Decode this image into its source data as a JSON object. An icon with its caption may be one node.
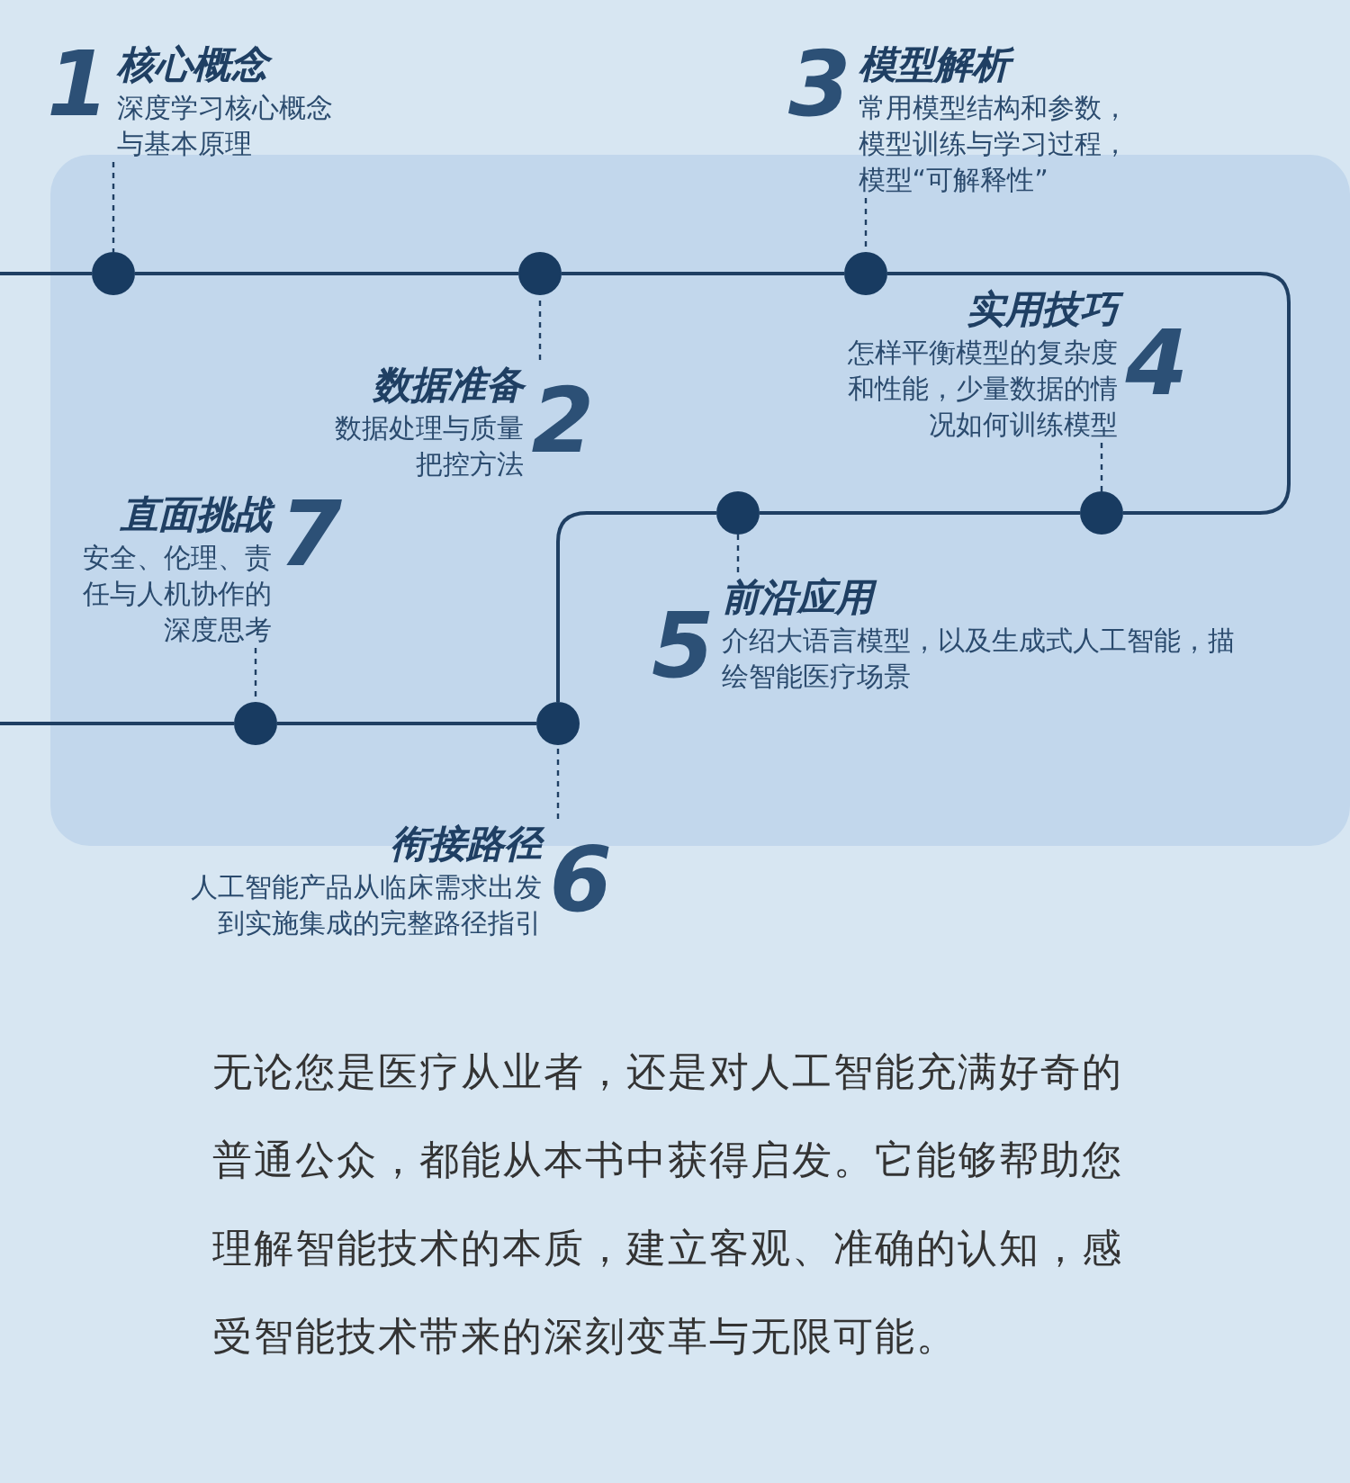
{
  "diagram": {
    "nodes": [
      {
        "text": [
          "核心概念",
          "深度学习核心概念与基本原理"
        ],
        "beside": [
          "1"
        ]
      },
      {
        "text": [
          "数据准备",
          "数据处理与质量把控方法"
        ],
        "beside": [
          "2"
        ]
      },
      {
        "text": [
          "模型解析",
          "常用模型结构和参数，模型训练与学习过程，模型“可解释性”"
        ],
        "beside": [
          "3"
        ]
      },
      {
        "text": [
          "实用技巧",
          "怎样平衡模型的复杂度和性能，少量数据的情况如何训练模型"
        ],
        "beside": [
          "4"
        ]
      },
      {
        "text": [
          "前沿应用",
          "介绍大语言模型，以及生成式人工智能，描绘智能医疗场景"
        ],
        "beside": [
          "5"
        ]
      },
      {
        "text": [
          "衔接路径",
          "人工智能产品从临床需求出发到实施集成的完整路径指引"
        ],
        "beside": [
          "6"
        ]
      },
      {
        "text": [
          "直面挑战",
          "安全、伦理、责任与人机协作的深度思考"
        ],
        "beside": [
          "7"
        ]
      },
      {
        "text": [],
        "shape": "circle"
      },
      {
        "text": [],
        "shape": "circle"
      },
      {
        "text": [],
        "shape": "circle"
      },
      {
        "text": [],
        "shape": "circle"
      },
      {
        "text": [],
        "shape": "circle"
      },
      {
        "text": [],
        "shape": "circle"
      },
      {
        "text": [],
        "shape": "circle"
      }
    ],
    "edges": [
      {
        "from": null,
        "to": 7,
        "arrow": "none"
      },
      {
        "from": 7,
        "to": 8,
        "arrow": "none"
      },
      {
        "from": 8,
        "to": 9,
        "arrow": "none"
      },
      {
        "from": 9,
        "to": 11,
        "arrow": "none"
      },
      {
        "from": 11,
        "to": 10,
        "arrow": "none"
      },
      {
        "from": 10,
        "to": 13,
        "arrow": "none"
      },
      {
        "from": 13,
        "to": 12,
        "arrow": "none"
      },
      {
        "from": 12,
        "to": null,
        "arrow": "none"
      },
      {
        "from": 0,
        "to": 7,
        "arrow": "none",
        "style": "dashed"
      },
      {
        "from": 1,
        "to": 8,
        "arrow": "none",
        "style": "dashed"
      },
      {
        "from": 2,
        "to": 9,
        "arrow": "none",
        "style": "dashed"
      },
      {
        "from": 3,
        "to": 11,
        "arrow": "none",
        "style": "dashed"
      },
      {
        "from": 4,
        "to": 10,
        "arrow": "none",
        "style": "dashed"
      },
      {
        "from": 5,
        "to": 13,
        "arrow": "none",
        "style": "dashed"
      },
      {
        "from": 6,
        "to": 12,
        "arrow": "none",
        "style": "dashed"
      }
    ],
    "labels": [
      "无论您是医疗从业者，还是对人工智能充满好奇的普通公众，都能从本书中获得启发。它能够帮助您理解智能技术的本质，建立客观、准确的认知，感受智能技术带来的深刻变革与无限可能。"
    ]
  }
}
